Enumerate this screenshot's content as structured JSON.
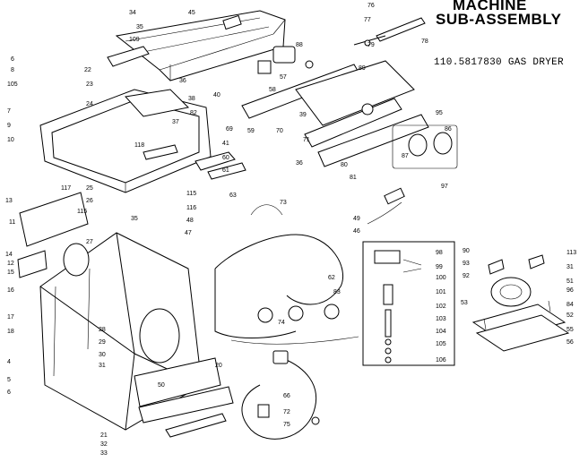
{
  "title": {
    "line1": "MACHINE",
    "line2": "SUB-ASSEMBLY"
  },
  "model": "110.5817830 GAS DRYER",
  "callouts": [
    {
      "id": "c34",
      "text": "34"
    },
    {
      "id": "c45",
      "text": "45"
    },
    {
      "id": "c76",
      "text": "76"
    },
    {
      "id": "c77",
      "text": "77"
    },
    {
      "id": "c78",
      "text": "78"
    },
    {
      "id": "c79",
      "text": "79"
    },
    {
      "id": "c88",
      "text": "88"
    },
    {
      "id": "c35",
      "text": "35"
    },
    {
      "id": "c109",
      "text": "109"
    },
    {
      "id": "c6a",
      "text": "6"
    },
    {
      "id": "c8",
      "text": "8"
    },
    {
      "id": "c22",
      "text": "22"
    },
    {
      "id": "c23",
      "text": "23"
    },
    {
      "id": "c24",
      "text": "24"
    },
    {
      "id": "c36",
      "text": "36"
    },
    {
      "id": "c105a",
      "text": "105"
    },
    {
      "id": "c7",
      "text": "7"
    },
    {
      "id": "c9",
      "text": "9"
    },
    {
      "id": "c10",
      "text": "10"
    },
    {
      "id": "c57",
      "text": "57"
    },
    {
      "id": "c58",
      "text": "58"
    },
    {
      "id": "c89",
      "text": "89"
    },
    {
      "id": "c40",
      "text": "40"
    },
    {
      "id": "c38",
      "text": "38"
    },
    {
      "id": "c37",
      "text": "37"
    },
    {
      "id": "c82",
      "text": "82"
    },
    {
      "id": "c69",
      "text": "69"
    },
    {
      "id": "c70",
      "text": "70"
    },
    {
      "id": "c39",
      "text": "39"
    },
    {
      "id": "c95",
      "text": "95"
    },
    {
      "id": "c86",
      "text": "86"
    },
    {
      "id": "c87",
      "text": "87"
    },
    {
      "id": "c118",
      "text": "118"
    },
    {
      "id": "c41",
      "text": "41"
    },
    {
      "id": "c71",
      "text": "71"
    },
    {
      "id": "c60",
      "text": "60"
    },
    {
      "id": "c61",
      "text": "61"
    },
    {
      "id": "c36b",
      "text": "36"
    },
    {
      "id": "c80",
      "text": "80"
    },
    {
      "id": "c81",
      "text": "81"
    },
    {
      "id": "c97",
      "text": "97"
    },
    {
      "id": "c117",
      "text": "117"
    },
    {
      "id": "c25",
      "text": "25"
    },
    {
      "id": "c115",
      "text": "115"
    },
    {
      "id": "c63",
      "text": "63"
    },
    {
      "id": "c73",
      "text": "73"
    },
    {
      "id": "c13",
      "text": "13"
    },
    {
      "id": "c26",
      "text": "26"
    },
    {
      "id": "c116",
      "text": "116"
    },
    {
      "id": "c115b",
      "text": "115"
    },
    {
      "id": "c11",
      "text": "11"
    },
    {
      "id": "c35b",
      "text": "35"
    },
    {
      "id": "c48",
      "text": "48"
    },
    {
      "id": "c27",
      "text": "27"
    },
    {
      "id": "c47",
      "text": "47"
    },
    {
      "id": "c49",
      "text": "49"
    },
    {
      "id": "c46",
      "text": "46"
    },
    {
      "id": "c14",
      "text": "14"
    },
    {
      "id": "c12",
      "text": "12"
    },
    {
      "id": "c15",
      "text": "15"
    },
    {
      "id": "c16",
      "text": "16"
    },
    {
      "id": "c17",
      "text": "17"
    },
    {
      "id": "c18",
      "text": "18"
    },
    {
      "id": "c28",
      "text": "28"
    },
    {
      "id": "c29",
      "text": "29"
    },
    {
      "id": "c30",
      "text": "30"
    },
    {
      "id": "c31",
      "text": "31"
    },
    {
      "id": "c20",
      "text": "20"
    },
    {
      "id": "c4",
      "text": "4"
    },
    {
      "id": "c5",
      "text": "5"
    },
    {
      "id": "c50",
      "text": "50"
    },
    {
      "id": "c98",
      "text": "98"
    },
    {
      "id": "c99",
      "text": "99"
    },
    {
      "id": "c100",
      "text": "100"
    },
    {
      "id": "c101",
      "text": "101"
    },
    {
      "id": "c102",
      "text": "102"
    },
    {
      "id": "c103",
      "text": "103"
    },
    {
      "id": "c104",
      "text": "104"
    },
    {
      "id": "c105b",
      "text": "105"
    },
    {
      "id": "c106",
      "text": "106"
    },
    {
      "id": "c62",
      "text": "62"
    },
    {
      "id": "c83",
      "text": "83"
    },
    {
      "id": "c74",
      "text": "74"
    },
    {
      "id": "c90",
      "text": "90"
    },
    {
      "id": "c93",
      "text": "93"
    },
    {
      "id": "c92",
      "text": "92"
    },
    {
      "id": "c113",
      "text": "113"
    },
    {
      "id": "c31b",
      "text": "31"
    },
    {
      "id": "c51",
      "text": "51"
    },
    {
      "id": "c96",
      "text": "96"
    },
    {
      "id": "c84",
      "text": "84"
    },
    {
      "id": "c53",
      "text": "53"
    },
    {
      "id": "c55",
      "text": "55"
    },
    {
      "id": "c56",
      "text": "56"
    },
    {
      "id": "c52",
      "text": "52"
    },
    {
      "id": "c66",
      "text": "66"
    },
    {
      "id": "c72",
      "text": "72"
    },
    {
      "id": "c75",
      "text": "75"
    },
    {
      "id": "c21",
      "text": "21"
    },
    {
      "id": "c32",
      "text": "32"
    },
    {
      "id": "c33",
      "text": "33"
    },
    {
      "id": "c6b",
      "text": "6"
    },
    {
      "id": "c59",
      "text": "59"
    }
  ]
}
